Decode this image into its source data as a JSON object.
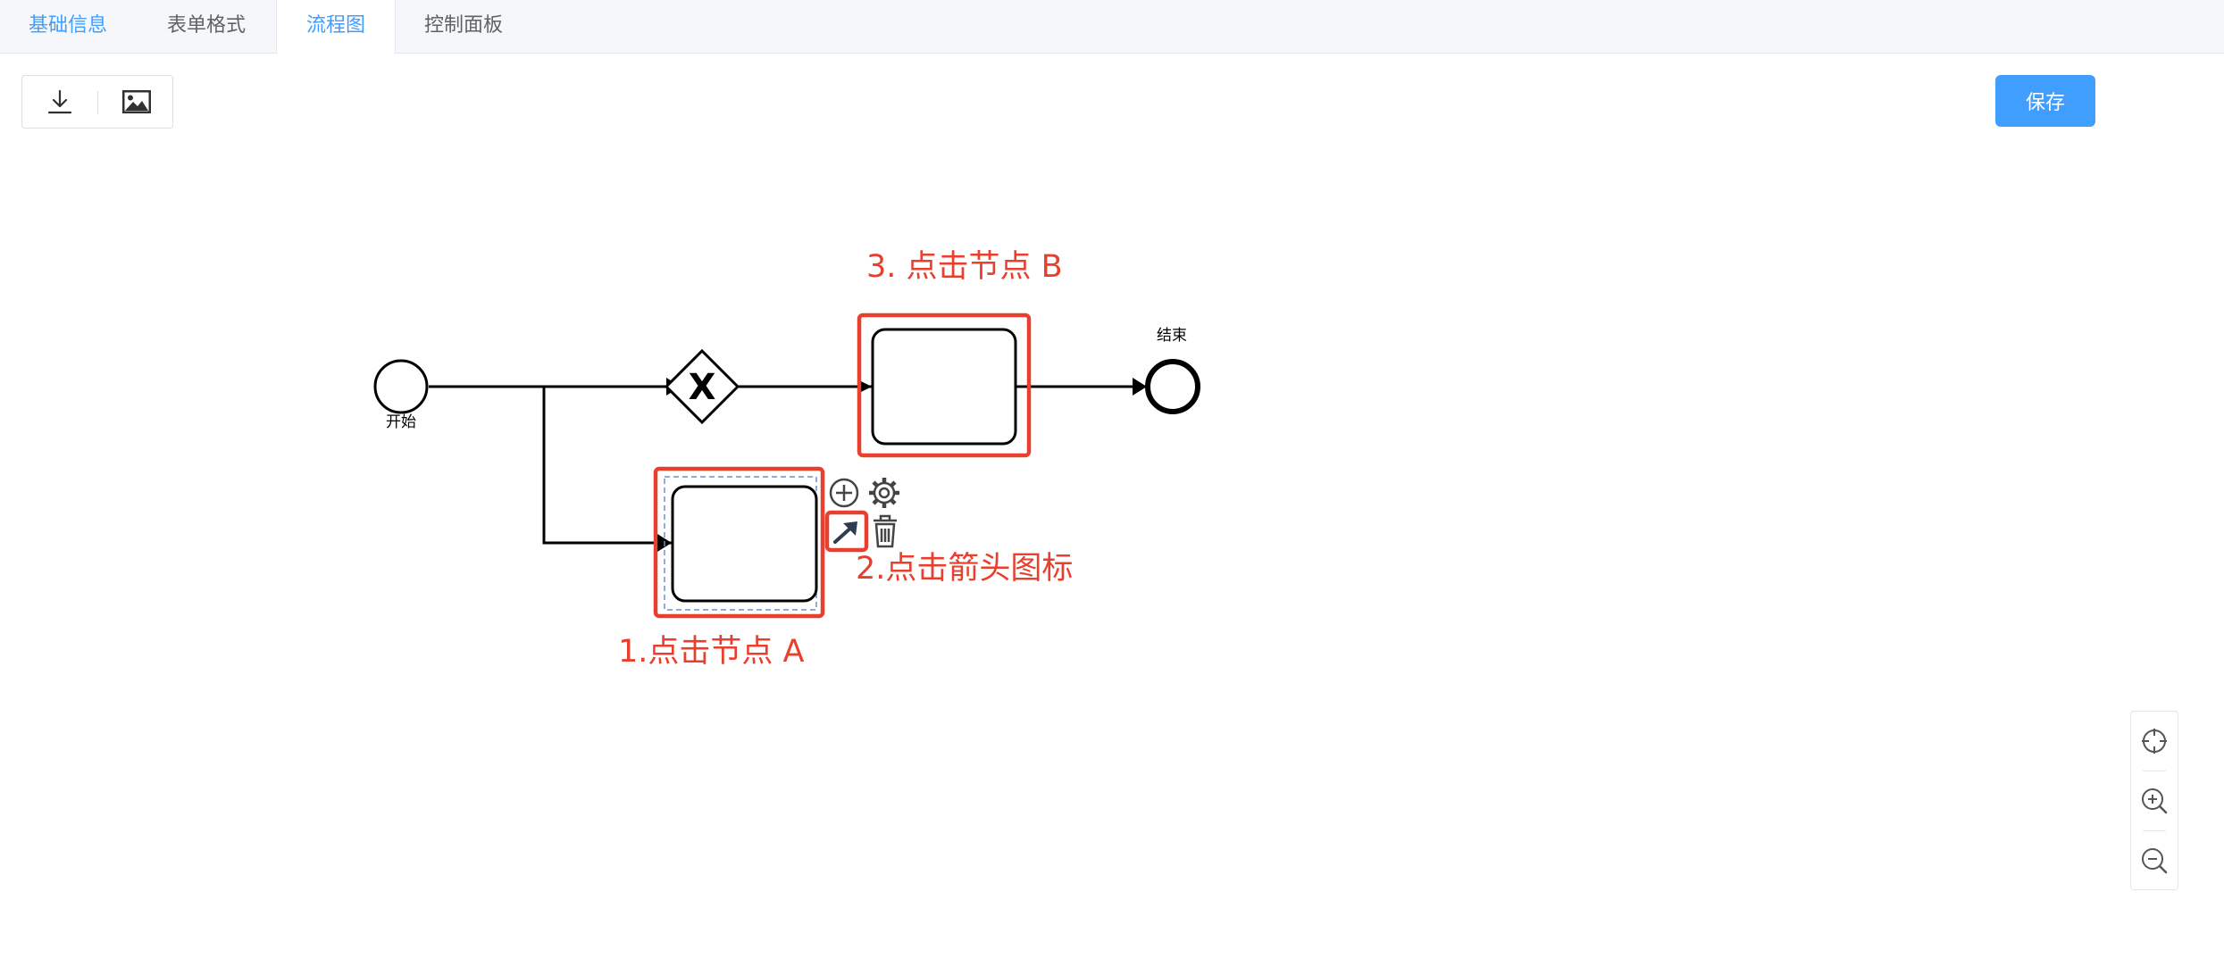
{
  "tabs": [
    {
      "label": "基础信息",
      "active": false
    },
    {
      "label": "表单格式",
      "active": false
    },
    {
      "label": "流程图",
      "active": true
    },
    {
      "label": "控制面板",
      "active": false
    }
  ],
  "toolbar": {
    "download_icon": "download-icon",
    "image_icon": "image-icon",
    "save_label": "保存"
  },
  "diagram": {
    "start_label": "开始",
    "end_label": "结束",
    "gateway_symbol": "X"
  },
  "annotations": {
    "step1": "1.点击节点 A",
    "step2": "2.点击箭头图标",
    "step3": "3. 点击节点 B",
    "color": "#e8402e"
  },
  "context_pad": {
    "append_icon": "plus-circle-icon",
    "settings_icon": "gear-icon",
    "connect_icon": "arrow-connect-icon",
    "delete_icon": "trash-icon"
  },
  "zoom_controls": {
    "reset_icon": "crosshair-icon",
    "zoom_in_icon": "zoom-in-icon",
    "zoom_out_icon": "zoom-out-icon"
  },
  "colors": {
    "primary": "#409eff",
    "annotation_red": "#e8402e"
  }
}
